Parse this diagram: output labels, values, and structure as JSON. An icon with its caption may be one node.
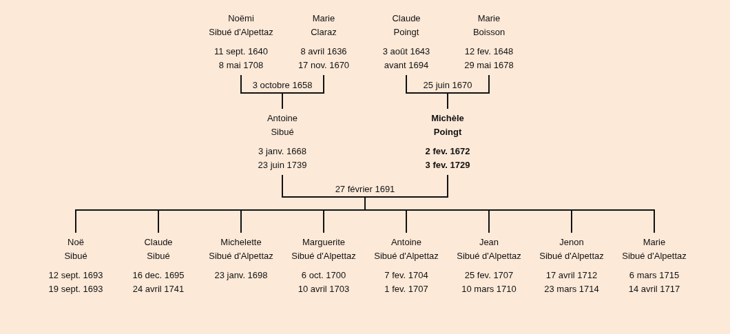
{
  "diagram": {
    "nodes": [
      {
        "text": [
          "Noëmi Sibué d'Alpettaz",
          "11 sept. 1640",
          "8 mai 1708"
        ]
      },
      {
        "text": [
          "Marie Claraz",
          "8 avril 1636",
          "17 nov. 1670"
        ]
      },
      {
        "text": [
          "Claude Poingt",
          "3 août 1643",
          "avant 1694"
        ]
      },
      {
        "text": [
          "Marie Boisson",
          "12 fev. 1648",
          "29 mai 1678"
        ]
      },
      {
        "text": [
          "Antoine Sibué",
          "3 janv. 1668",
          "23 juin 1739"
        ]
      },
      {
        "text": [
          "Michèle Poingt",
          "2 fev. 1672",
          "3 fev. 1729"
        ]
      },
      {
        "text": [
          "Noë Sibué",
          "12 sept. 1693",
          "19 sept. 1693"
        ]
      },
      {
        "text": [
          "Claude Sibué",
          "16 dec. 1695",
          "24 avril 1741"
        ]
      },
      {
        "text": [
          "Michelette Sibué d'Alpettaz",
          "23 janv. 1698"
        ]
      },
      {
        "text": [
          "Marguerite Sibué d'Alpettaz",
          "6 oct. 1700",
          "10 avril 1703"
        ]
      },
      {
        "text": [
          "Antoine Sibué d'Alpettaz",
          "7 fev. 1704",
          "1 fev. 1707"
        ]
      },
      {
        "text": [
          "Jean Sibué d'Alpettaz",
          "25 fev. 1707",
          "10 mars 1710"
        ]
      },
      {
        "text": [
          "Jenon Sibué d'Alpettaz",
          "17 avril 1712",
          "23 mars 1714"
        ]
      },
      {
        "text": [
          "Marie Sibué d'Alpettaz",
          "6 mars 1715",
          "14 avril 1717"
        ]
      }
    ],
    "edges": [
      {
        "from": 0,
        "to": 1,
        "arrow": "none",
        "label": "3 octobre 1658"
      },
      {
        "from": 0,
        "to": 4,
        "arrow": "none"
      },
      {
        "from": 1,
        "to": 4,
        "arrow": "none"
      },
      {
        "from": 2,
        "to": 3,
        "arrow": "none",
        "label": "25 juin 1670"
      },
      {
        "from": 2,
        "to": 5,
        "arrow": "none"
      },
      {
        "from": 3,
        "to": 5,
        "arrow": "none"
      },
      {
        "from": 4,
        "to": 5,
        "arrow": "none",
        "label": "27 février 1691"
      },
      {
        "from": 4,
        "to": 6,
        "arrow": "none"
      },
      {
        "from": 4,
        "to": 7,
        "arrow": "none"
      },
      {
        "from": 4,
        "to": 8,
        "arrow": "none"
      },
      {
        "from": 4,
        "to": 9,
        "arrow": "none"
      },
      {
        "from": 4,
        "to": 10,
        "arrow": "none"
      },
      {
        "from": 4,
        "to": 11,
        "arrow": "none"
      },
      {
        "from": 4,
        "to": 12,
        "arrow": "none"
      },
      {
        "from": 4,
        "to": 13,
        "arrow": "none"
      },
      {
        "from": 5,
        "to": 6,
        "arrow": "none"
      },
      {
        "from": 5,
        "to": 7,
        "arrow": "none"
      },
      {
        "from": 5,
        "to": 8,
        "arrow": "none"
      },
      {
        "from": 5,
        "to": 9,
        "arrow": "none"
      },
      {
        "from": 5,
        "to": 10,
        "arrow": "none"
      },
      {
        "from": 5,
        "to": 11,
        "arrow": "none"
      },
      {
        "from": 5,
        "to": 12,
        "arrow": "none"
      },
      {
        "from": 5,
        "to": 13,
        "arrow": "none"
      }
    ]
  }
}
